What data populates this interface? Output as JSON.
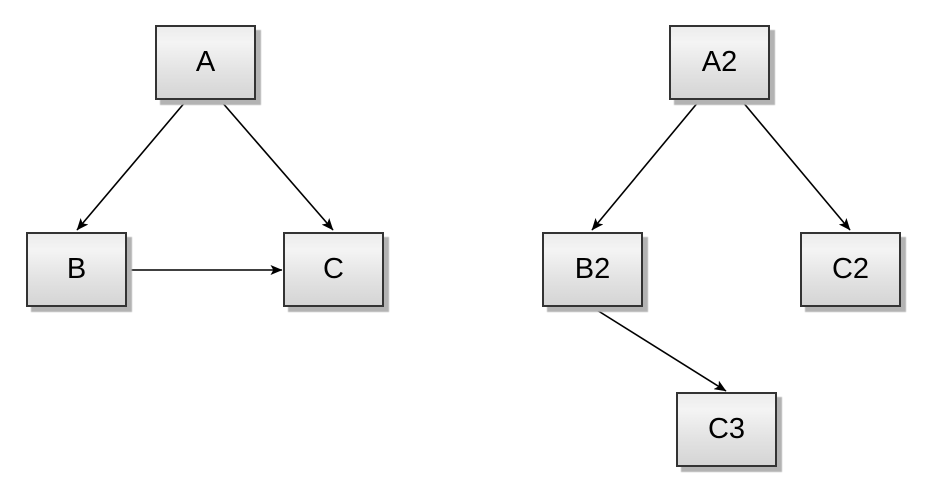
{
  "left_graph": {
    "nodes": [
      {
        "id": "A",
        "label": "A"
      },
      {
        "id": "B",
        "label": "B"
      },
      {
        "id": "C",
        "label": "C"
      }
    ],
    "edges": [
      {
        "from": "A",
        "to": "B"
      },
      {
        "from": "A",
        "to": "C"
      },
      {
        "from": "B",
        "to": "C"
      }
    ]
  },
  "right_graph": {
    "nodes": [
      {
        "id": "A2",
        "label": "A2"
      },
      {
        "id": "B2",
        "label": "B2"
      },
      {
        "id": "C2",
        "label": "C2"
      },
      {
        "id": "C3",
        "label": "C3"
      }
    ],
    "edges": [
      {
        "from": "A2",
        "to": "B2"
      },
      {
        "from": "A2",
        "to": "C2"
      },
      {
        "from": "B2",
        "to": "C3"
      }
    ]
  },
  "colors": {
    "background": "#ffffff",
    "node_border": "#333333",
    "node_fill_top": "#ececec",
    "node_fill_bottom": "#d5d5d5",
    "node_shadow": "#b3b3b3",
    "edge": "#000000",
    "label": "#000000"
  }
}
